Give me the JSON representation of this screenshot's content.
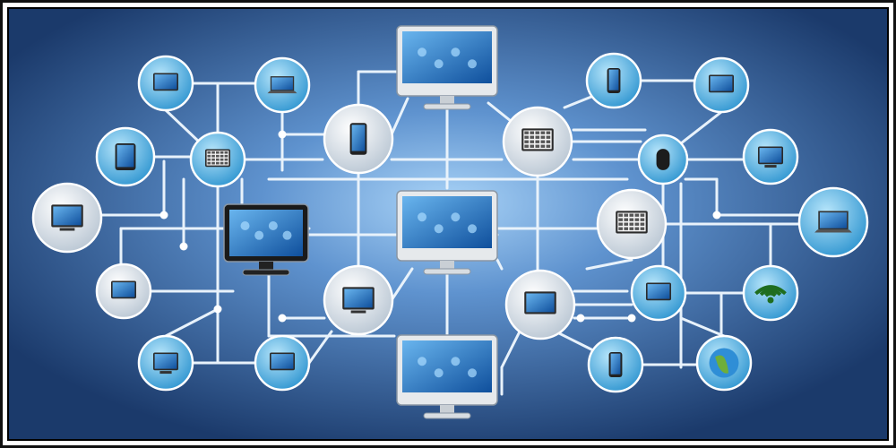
{
  "colors": {
    "background_center": "#8fbfee",
    "background_edge": "#1c3f73",
    "node_blue": "#4fb3e6",
    "node_white": "#e9eef3",
    "connector": "#e8f2fb",
    "screen": "#1e6fc0"
  },
  "nodes": [
    {
      "icon": "tablets-icon",
      "style": "blue"
    },
    {
      "icon": "laptop-icon",
      "style": "blue"
    },
    {
      "icon": "tablet-icon",
      "style": "blue"
    },
    {
      "icon": "keypad-icon",
      "style": "blue"
    },
    {
      "icon": "monitor-icon",
      "style": "white"
    },
    {
      "icon": "server-icon",
      "style": "white"
    },
    {
      "icon": "monitor-icon",
      "style": "blue"
    },
    {
      "icon": "projector-icon",
      "style": "blue"
    },
    {
      "icon": "smartphone-icon",
      "style": "white"
    },
    {
      "icon": "monitor-icon",
      "style": "white"
    },
    {
      "icon": "spreadsheet-icon",
      "style": "white"
    },
    {
      "icon": "device-hub-icon",
      "style": "white"
    },
    {
      "icon": "smartphone-icon",
      "style": "blue"
    },
    {
      "icon": "photo-frame-icon",
      "style": "blue"
    },
    {
      "icon": "mouse-icon",
      "style": "blue"
    },
    {
      "icon": "presentation-icon",
      "style": "blue"
    },
    {
      "icon": "keyboard-icon",
      "style": "white"
    },
    {
      "icon": "laptop-icon",
      "style": "blue"
    },
    {
      "icon": "printer-icon",
      "style": "blue"
    },
    {
      "icon": "wifi-icon",
      "style": "blue"
    },
    {
      "icon": "smartphone-icon",
      "style": "blue"
    },
    {
      "icon": "globe-icon",
      "style": "blue"
    }
  ],
  "monitors": [
    {
      "icon": "desktop-monitor-icon"
    },
    {
      "icon": "desktop-monitor-icon"
    },
    {
      "icon": "desktop-monitor-icon"
    },
    {
      "icon": "widescreen-monitor-icon"
    }
  ]
}
